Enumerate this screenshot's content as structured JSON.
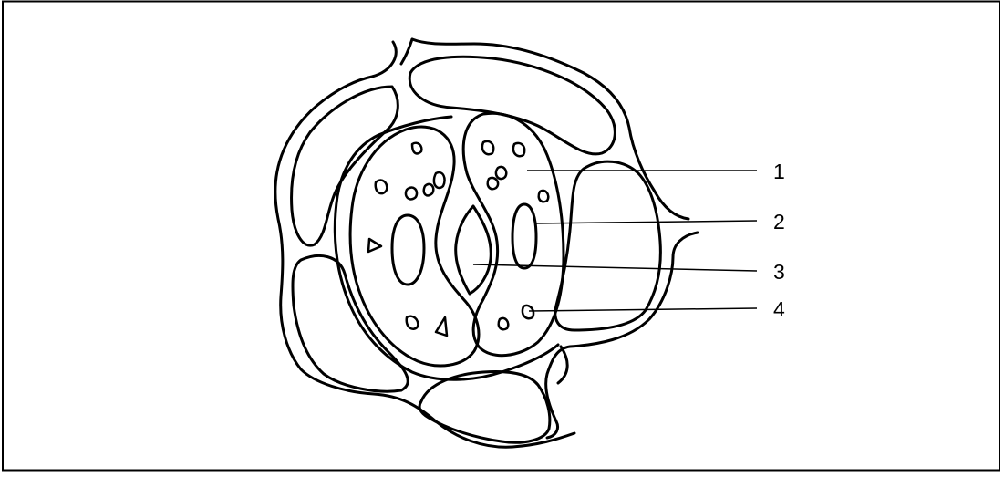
{
  "diagram": {
    "labels": [
      {
        "id": "label-1",
        "text": "1"
      },
      {
        "id": "label-2",
        "text": "2"
      },
      {
        "id": "label-3",
        "text": "3"
      },
      {
        "id": "label-4",
        "text": "4"
      }
    ],
    "stroke_color": "#000000",
    "background_color": "#ffffff"
  }
}
